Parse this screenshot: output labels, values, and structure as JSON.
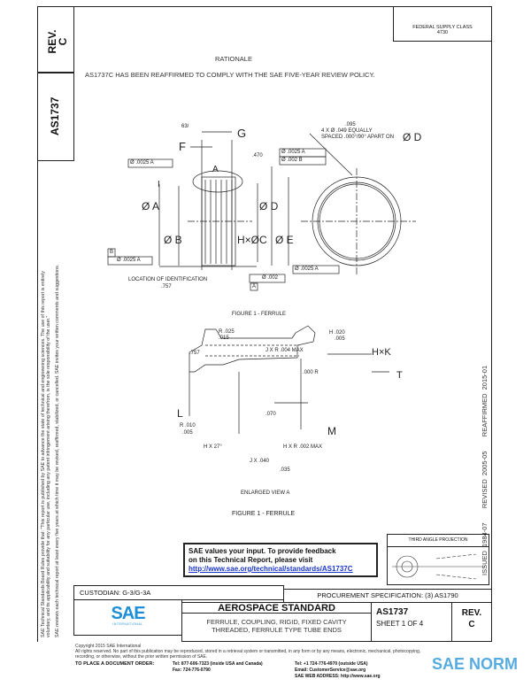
{
  "header": {
    "rev_label": "REV.",
    "rev_value": "C",
    "doc_number": "AS1737",
    "fsc": "FEDERAL SUPPLY CLASS",
    "fsc_value": "4730",
    "rationale_title": "RATIONALE",
    "rationale_text": "AS1737C HAS BEEN REAFFIRMED TO COMPLY WITH THE SAE FIVE-YEAR REVIEW POLICY."
  },
  "left_notice": {
    "line1": "SAE Technical Standards Board Rules provide that: \"This report is published by SAE to advance the state of technical and engineering sciences. The use of this report is entirely",
    "line2": "voluntary, and its applicability and suitability for any particular use, including any patent infringement arising therefrom, is the sole responsibility of the user.\"",
    "line3": "SAE reviews each technical report at least every five years at which time it may be revised, reaffirmed, stabilized, or cancelled. SAE invites your written comments and suggestions."
  },
  "right_history": {
    "issued": "ISSUED 1984-07",
    "revised": "REVISED 2005-05",
    "reaffirmed": "REAFFIRMED 2015-01"
  },
  "figure1": {
    "caption": "FIGURE 1 - FERRULE",
    "labels": {
      "G": "G",
      "F": "F",
      "A": "A",
      "phiA": "Ø A",
      "phiB": "Ø B",
      "phiD": "Ø D",
      "phiE": "Ø E",
      "HC": "H×ØC",
      "phiD_right": "Ø D",
      "I": "I",
      "dim470": ".470",
      "surface": "63/",
      "tol_a": "Ø .0025 A",
      "tol_b1": "Ø .0025 A",
      "tol_b2": "Ø .002 B",
      "tol_c": "Ø .0025 A",
      "tol_d": "Ø .0025 A",
      "tol_e": "Ø .002",
      "datumA": "A",
      "datumB": "B",
      "loc_id": "LOCATION OF IDENTIFICATION",
      "loc_id2": ".757",
      "note1": ".095",
      "note2": "4 X Ø .049 EQUALLY",
      "note3": "SPACED .000°/90° APART ON"
    }
  },
  "enlarged_view": {
    "caption1": "ENLARGED VIEW A",
    "caption2": "FIGURE 1 - FERRULE",
    "labels": {
      "r1": "R .025",
      "r1b": ".015",
      "j": "J X R .004 MAX",
      "h1": "H .020",
      "h1b": ".005",
      "hk": "H×K",
      "r2": ".000 R",
      "v757": ".757",
      "L": "L",
      "m": "M",
      "r3": "R .010",
      "r3b": ".005",
      "d070": ".070",
      "hk27": "H X 27°",
      "hr": "H X R .002 MAX",
      "jx": "J X .040",
      "jxb": ".035",
      "t": "T"
    }
  },
  "feedback": {
    "line1": "SAE values your input. To provide feedback",
    "line2": "on this Technical Report, please visit",
    "link": "http://www.sae.org/technical/standards/AS1737C"
  },
  "projection": {
    "label": "THIRD ANGLE PROJECTION"
  },
  "title_block": {
    "custodian": "CUSTODIAN: G-3/G-3A",
    "procurement": "PROCUREMENT SPECIFICATION: (3) AS1790",
    "category": "AEROSPACE STANDARD",
    "title1": "FERRULE, COUPLING, RIGID, FIXED CAVITY",
    "title2": "THREADED, FERRULE TYPE TUBE ENDS",
    "doc_number": "AS1737",
    "sheet": "SHEET 1 OF 4",
    "rev_label": "REV.",
    "rev_value": "C",
    "logo_text": "SAE",
    "logo_sub": "INTERNATIONAL"
  },
  "footer": {
    "copyright": "Copyright 2015 SAE International",
    "rights": "All rights reserved. No part of this publication may be reproduced, stored in a retrieval system or transmitted, in any form or by any means, electronic, mechanical, photocopying,",
    "rights2": "recording, or otherwise, without the prior written permission of SAE.",
    "order": "TO PLACE A DOCUMENT ORDER:",
    "tel1": "Tel: 877-606-7323 (inside USA and Canada)",
    "fax": "Fax: 724-776-0790",
    "tel2": "Tel: +1 724-776-4970 (outside USA)",
    "email": "Email: CustomerService@sae.org",
    "web": "SAE WEB ADDRESS: http://www.sae.org",
    "watermark": "SAE NORM"
  },
  "colors": {
    "sae_blue": "#1e8fd6",
    "link": "#1a35c8"
  }
}
